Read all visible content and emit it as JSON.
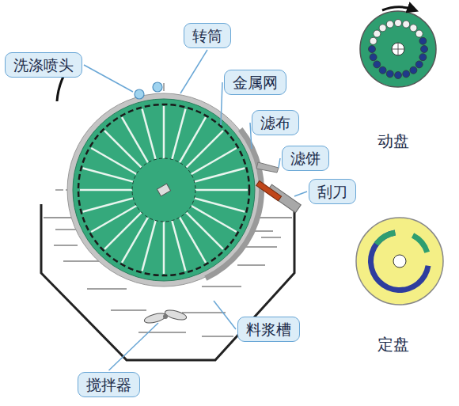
{
  "diagram": {
    "nodes": [
      {
        "text": [
          "洗涤喷头"
        ]
      },
      {
        "text": [
          "转筒"
        ]
      },
      {
        "text": [
          "金属网"
        ]
      },
      {
        "text": [
          "滤布"
        ]
      },
      {
        "text": [
          "滤饼"
        ]
      },
      {
        "text": [
          "刮刀"
        ]
      },
      {
        "text": [
          "料浆槽"
        ]
      },
      {
        "text": [
          "搅拌器"
        ]
      }
    ],
    "labels": [
      "动盘",
      "定盘"
    ]
  }
}
